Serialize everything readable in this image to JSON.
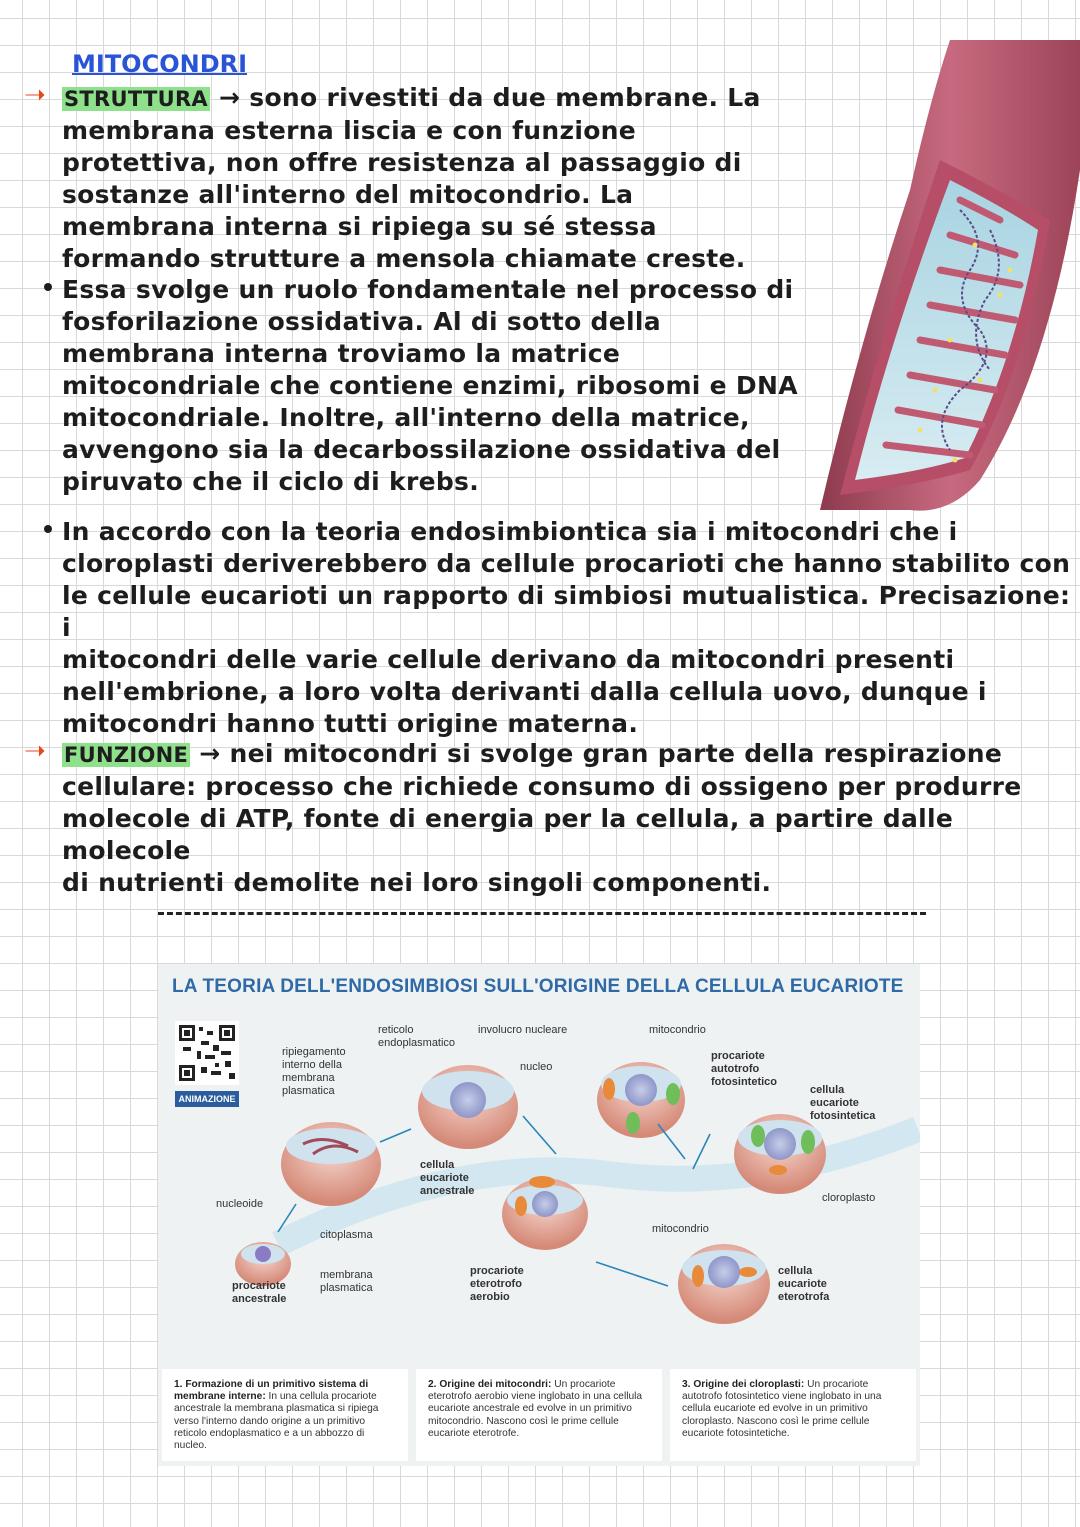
{
  "heading": "MITOCONDRI",
  "struttura": {
    "label": "STRUTTURA",
    "arrow": "→",
    "lines": [
      "sono rivestiti da due membrane. La",
      "membrana esterna liscia e con funzione",
      "protettiva, non offre resistenza al passaggio di",
      "sostanze all'interno del mitocondrio. La",
      "membrana interna si ripiega su sé stessa",
      "formando strutture a mensola chiamate creste."
    ],
    "bullet1_lines": [
      "Essa svolge un ruolo fondamentale nel processo di",
      "fosforilazione ossidativa. Al di sotto della",
      "membrana interna troviamo la matrice",
      "mitocondriale che contiene enzimi, ribosomi e DNA",
      "mitocondriale. Inoltre, all'interno della matrice,",
      "avvengono sia la decarbossilazione ossidativa del",
      "piruvato che il ciclo di krebs."
    ],
    "bullet2_lines": [
      "In accordo con la teoria endosimbiontica sia i mitocondri che i",
      "cloroplasti deriverebbero da cellule procarioti che hanno stabilito con",
      "le cellule eucarioti un rapporto di simbiosi mutualistica. Precisazione: i",
      "mitocondri delle varie cellule derivano da mitocondri presenti",
      "nell'embrione, a loro volta derivanti dalla cellula uovo, dunque i",
      "mitocondri hanno tutti origine materna."
    ]
  },
  "funzione": {
    "label": "FUNZIONE",
    "arrow": "→",
    "lines": [
      "nei mitocondri si svolge gran parte della respirazione",
      "cellulare: processo che richiede consumo di ossigeno per produrre",
      "molecole di ATP, fonte di energia per la cellula, a partire dalle molecole",
      "di nutrienti demolite nei loro singoli componenti."
    ]
  },
  "figure": {
    "title": "LA TEORIA DELL'ENDOSIMBIOSI SULL'ORIGINE DELLA CELLULA EUCARIOTE",
    "qr_label": "ANIMAZIONE",
    "labels": {
      "ripiegamento": [
        "ripiegamento",
        "interno della",
        "membrana",
        "plasmatica"
      ],
      "reticolo": [
        "reticolo",
        "endoplasmatico"
      ],
      "involucro": "involucro nucleare",
      "nucleo": "nucleo",
      "mitocondrio_top": "mitocondrio",
      "procariote_auto": [
        "procariote",
        "autotrofo",
        "fotosintetico"
      ],
      "cellula_fotosintetica": [
        "cellula",
        "eucariote",
        "fotosintetica"
      ],
      "cellula_ancestrale": [
        "cellula",
        "eucariote",
        "ancestrale"
      ],
      "cloroplasto": "cloroplasto",
      "nucleoide": "nucleoide",
      "citoplasma": "citoplasma",
      "membrana_plasmatica": [
        "membrana",
        "plasmatica"
      ],
      "procariote_ancestrale": [
        "procariote",
        "ancestrale"
      ],
      "procariote_eterotrofo": [
        "procariote",
        "eterotrofo",
        "aerobio"
      ],
      "mitocondrio_mid": "mitocondrio",
      "cellula_eterotrofa": [
        "cellula",
        "eucariote",
        "eterotrofa"
      ]
    },
    "captions": [
      {
        "bold": "1. Formazione di un primitivo sistema di membrane interne:",
        "text": " In una cellula procariote ancestrale la membrana plasmatica si ripiega verso l'interno dando origine a un primitivo reticolo endoplasmatico e a un abbozzo di nucleo."
      },
      {
        "bold": "2. Origine dei mitocondri:",
        "text": " Un procariote eterotrofo aerobio viene inglobato in una cellula eucariote ancestrale ed evolve in un primitivo mitocondrio. Nascono così le prime cellule eucariote eterotrofe."
      },
      {
        "bold": "3. Origine dei cloroplasti:",
        "text": " Un procariote autotrofo fotosintetico viene inglobato in una cellula eucariote ed evolve in un primitivo cloroplasto. Nascono così le prime cellule eucariote fotosintetiche."
      }
    ]
  },
  "colors": {
    "title": "#2a54d6",
    "highlight": "#8ee08a",
    "arrow": "#e8481e",
    "figure_title": "#2f6aa6",
    "mito_outer": "#b85a6e",
    "mito_matrix": "#bfdde8"
  }
}
